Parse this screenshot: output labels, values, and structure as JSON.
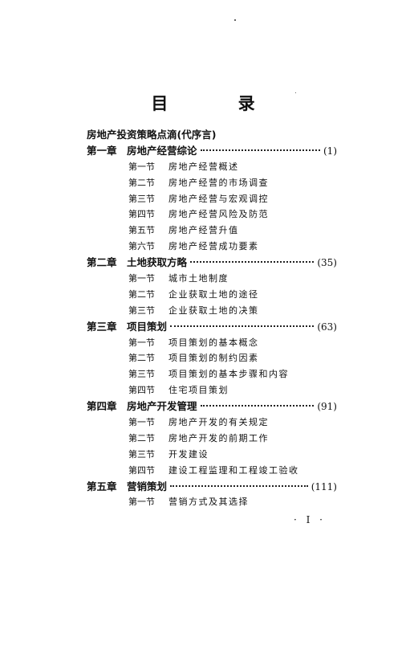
{
  "title": "目  录",
  "preface": "房地产投资策略点滴(代序言)",
  "chapters": [
    {
      "num": "第一章",
      "title": "房地产经营综论",
      "page": "(1)",
      "sections": [
        {
          "num": "第一节",
          "title": "房地产经营概述"
        },
        {
          "num": "第二节",
          "title": "房地产经营的市场调查"
        },
        {
          "num": "第三节",
          "title": "房地产经营与宏观调控"
        },
        {
          "num": "第四节",
          "title": "房地产经营风险及防范"
        },
        {
          "num": "第五节",
          "title": "房地产经营升值"
        },
        {
          "num": "第六节",
          "title": "房地产经营成功要素"
        }
      ]
    },
    {
      "num": "第二章",
      "title": "土地获取方略",
      "page": "(35)",
      "sections": [
        {
          "num": "第一节",
          "title": "城市土地制度"
        },
        {
          "num": "第二节",
          "title": "企业获取土地的途径"
        },
        {
          "num": "第三节",
          "title": "企业获取土地的决策"
        }
      ]
    },
    {
      "num": "第三章",
      "title": "项目策划",
      "page": "(63)",
      "sections": [
        {
          "num": "第一节",
          "title": "项目策划的基本概念"
        },
        {
          "num": "第二节",
          "title": "项目策划的制约因素"
        },
        {
          "num": "第三节",
          "title": "项目策划的基本步骤和内容"
        },
        {
          "num": "第四节",
          "title": "住宅项目策划"
        }
      ]
    },
    {
      "num": "第四章",
      "title": "房地产开发管理",
      "page": "(91)",
      "sections": [
        {
          "num": "第一节",
          "title": "房地产开发的有关规定"
        },
        {
          "num": "第二节",
          "title": "房地产开发的前期工作"
        },
        {
          "num": "第三节",
          "title": "开发建设"
        },
        {
          "num": "第四节",
          "title": "建设工程监理和工程竣工验收"
        }
      ]
    },
    {
      "num": "第五章",
      "title": "营销策划",
      "page": "(111)",
      "sections": [
        {
          "num": "第一节",
          "title": "营销方式及其选择"
        }
      ]
    }
  ],
  "folio": "· I ·"
}
